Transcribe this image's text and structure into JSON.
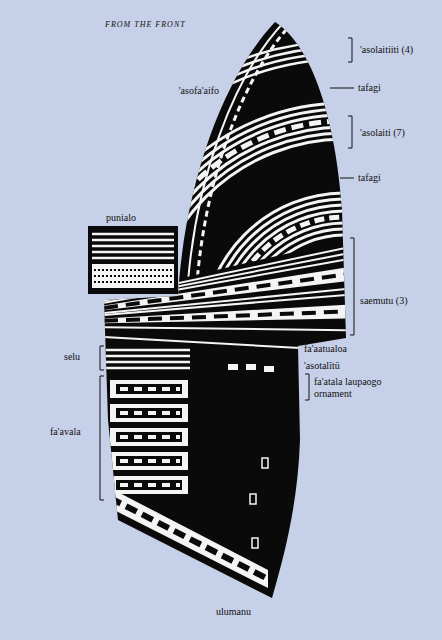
{
  "diagram": {
    "title": "FROM THE FRONT",
    "labels": [
      "'asolaitiiti (4)",
      "tafagi",
      "'asofa'aifo",
      "'asolaiti (7)",
      "tafagi",
      "punialo",
      "saemutu (3)",
      "fa'aatualoa",
      "'asotalītū",
      "fa'atala laupaogo ornament",
      "selu",
      "fa'avala",
      "ulumanu"
    ]
  }
}
